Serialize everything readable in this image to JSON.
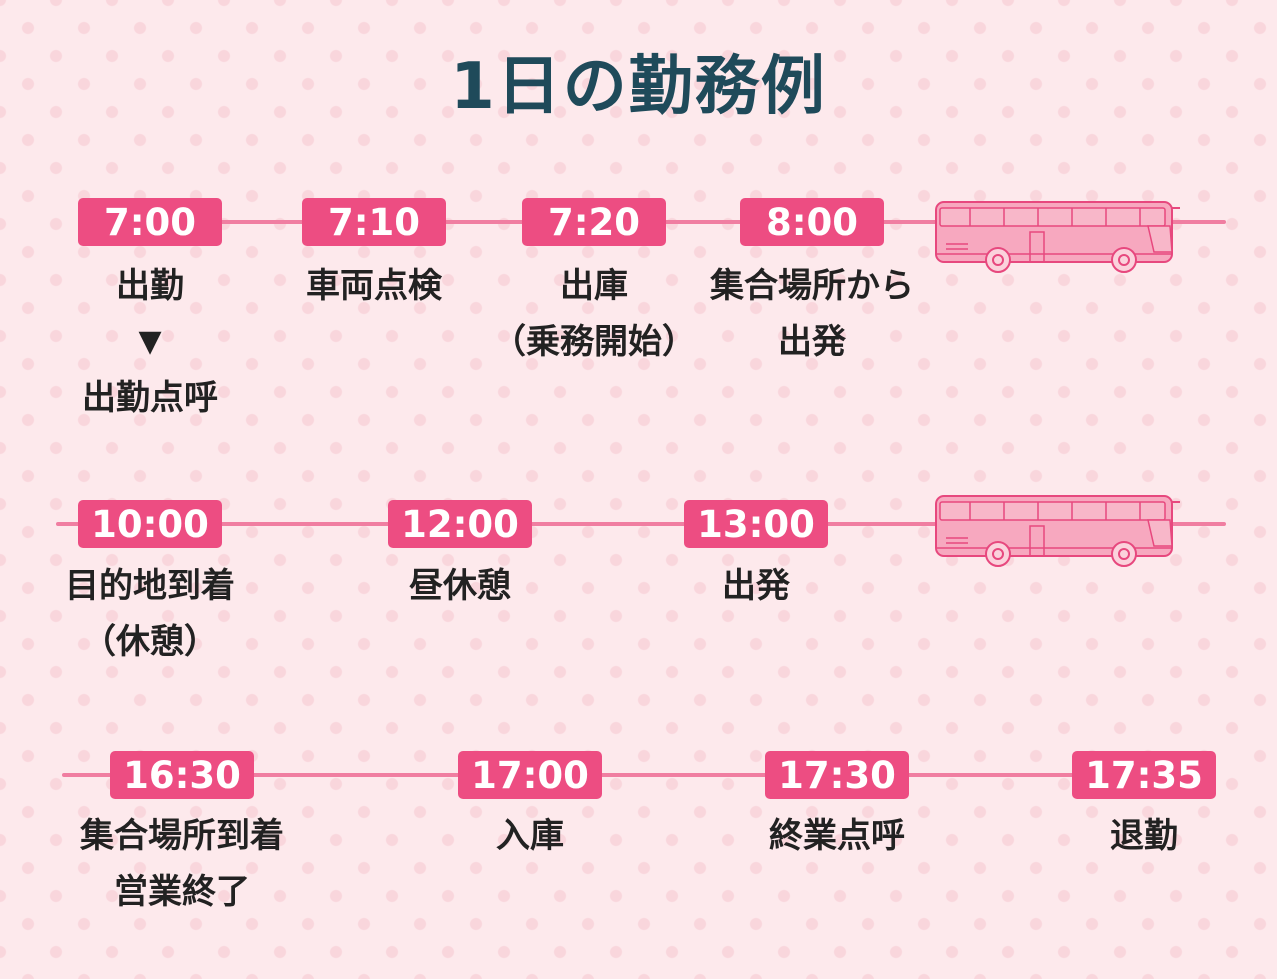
{
  "title": "1日の勤務例",
  "colors": {
    "background": "#fde9ec",
    "dot": "#f9d6dc",
    "accent": "#ed4d82",
    "line": "#f07ea1",
    "title": "#1f4a5a",
    "label": "#222222"
  },
  "bus_icon": "bus-icon",
  "rows": [
    {
      "items": [
        {
          "time": "7:00",
          "lines": [
            "出勤",
            "▼",
            "出勤点呼"
          ]
        },
        {
          "time": "7:10",
          "lines": [
            "車両点検"
          ]
        },
        {
          "time": "7:20",
          "lines": [
            "出庫",
            "（乗務開始）"
          ]
        },
        {
          "time": "8:00",
          "lines": [
            "集合場所から",
            "出発"
          ]
        }
      ]
    },
    {
      "items": [
        {
          "time": "10:00",
          "lines": [
            "目的地到着",
            "（休憩）"
          ]
        },
        {
          "time": "12:00",
          "lines": [
            "昼休憩"
          ]
        },
        {
          "time": "13:00",
          "lines": [
            "出発"
          ]
        }
      ]
    },
    {
      "items": [
        {
          "time": "16:30",
          "lines": [
            "集合場所到着",
            "営業終了"
          ]
        },
        {
          "time": "17:00",
          "lines": [
            "入庫"
          ]
        },
        {
          "time": "17:30",
          "lines": [
            "終業点呼"
          ]
        },
        {
          "time": "17:35",
          "lines": [
            "退勤"
          ]
        }
      ]
    }
  ]
}
